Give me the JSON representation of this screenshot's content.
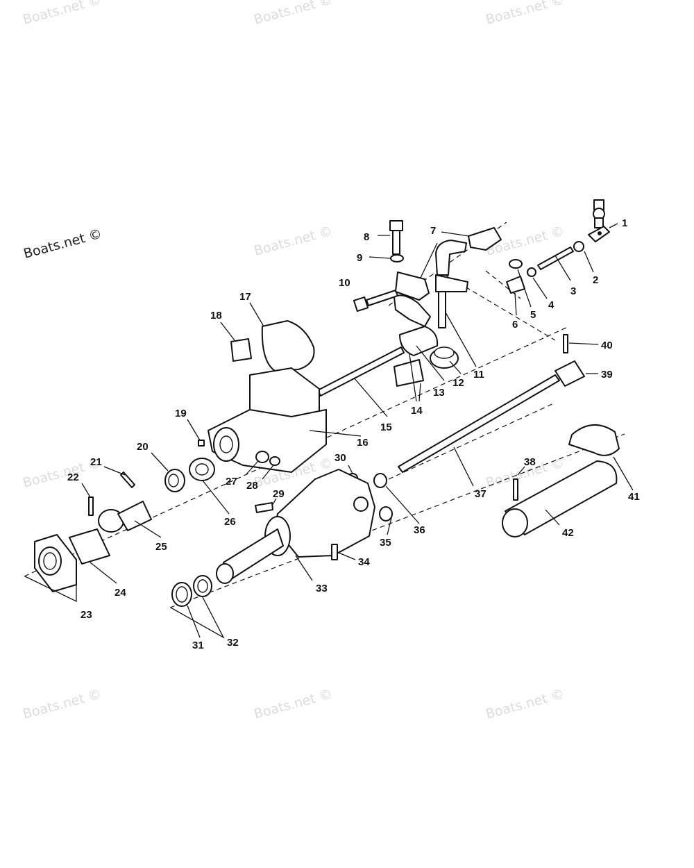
{
  "watermark": "Boats.net ©",
  "part_numbers": [
    "1",
    "2",
    "3",
    "4",
    "5",
    "6",
    "7",
    "8",
    "9",
    "10",
    "11",
    "12",
    "13",
    "14",
    "15",
    "16",
    "17",
    "18",
    "19",
    "20",
    "21",
    "22",
    "23",
    "24",
    "25",
    "26",
    "27",
    "28",
    "29",
    "30",
    "31",
    "32",
    "33",
    "34",
    "35",
    "36",
    "37",
    "38",
    "39",
    "40",
    "41",
    "42"
  ]
}
